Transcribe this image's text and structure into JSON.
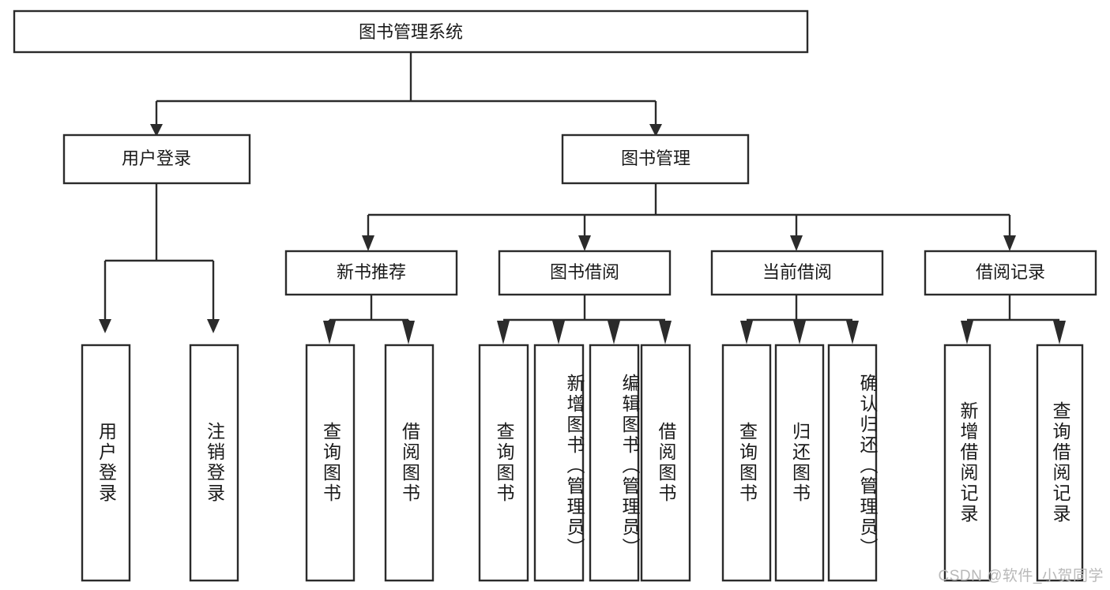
{
  "diagram": {
    "type": "tree",
    "orientation": "top-down",
    "title": "图书管理系统",
    "root": {
      "id": "root",
      "label": "图书管理系统",
      "level": 1,
      "orientation": "horizontal"
    },
    "level2": [
      {
        "id": "user-login",
        "label": "用户登录",
        "orientation": "horizontal"
      },
      {
        "id": "book-manage",
        "label": "图书管理",
        "orientation": "horizontal"
      }
    ],
    "level3": [
      {
        "id": "new-book-rec",
        "label": "新书推荐",
        "parent": "book-manage",
        "orientation": "horizontal"
      },
      {
        "id": "book-borrow",
        "label": "图书借阅",
        "parent": "book-manage",
        "orientation": "horizontal"
      },
      {
        "id": "current-borrow",
        "label": "当前借阅",
        "parent": "book-manage",
        "orientation": "horizontal"
      },
      {
        "id": "borrow-record",
        "label": "借阅记录",
        "parent": "book-manage",
        "orientation": "horizontal"
      }
    ],
    "leaves": [
      {
        "id": "leaf-user-login",
        "label": "用户登录",
        "parent": "user-login",
        "orientation": "vertical"
      },
      {
        "id": "leaf-user-logout",
        "label": "注销登录",
        "parent": "user-login",
        "orientation": "vertical"
      },
      {
        "id": "leaf-query-book-1",
        "label": "查询图书",
        "parent": "new-book-rec",
        "orientation": "vertical"
      },
      {
        "id": "leaf-borrow-book-1",
        "label": "借阅图书",
        "parent": "new-book-rec",
        "orientation": "vertical"
      },
      {
        "id": "leaf-query-book-2",
        "label": "查询图书",
        "parent": "book-borrow",
        "orientation": "vertical"
      },
      {
        "id": "leaf-add-book",
        "label": "新增图书（管理员）",
        "parent": "book-borrow",
        "orientation": "vertical"
      },
      {
        "id": "leaf-edit-book",
        "label": "编辑图书（管理员）",
        "parent": "book-borrow",
        "orientation": "vertical"
      },
      {
        "id": "leaf-borrow-book-2",
        "label": "借阅图书",
        "parent": "book-borrow",
        "orientation": "vertical"
      },
      {
        "id": "leaf-query-book-3",
        "label": "查询图书",
        "parent": "current-borrow",
        "orientation": "vertical"
      },
      {
        "id": "leaf-return-book",
        "label": "归还图书",
        "parent": "current-borrow",
        "orientation": "vertical"
      },
      {
        "id": "leaf-confirm-return",
        "label": "确认归还（管理员）",
        "parent": "current-borrow",
        "orientation": "vertical"
      },
      {
        "id": "leaf-add-record",
        "label": "新增借阅记录",
        "parent": "borrow-record",
        "orientation": "vertical"
      },
      {
        "id": "leaf-query-record",
        "label": "查询借阅记录",
        "parent": "borrow-record",
        "orientation": "vertical"
      }
    ],
    "colors": {
      "stroke": "#2b2b2b",
      "box_fill": "#ffffff",
      "text": "#1a1a1a",
      "background": "#ffffff",
      "watermark": "#b9b9b9"
    }
  },
  "watermark": {
    "text": "CSDN @软件_小贺同学"
  }
}
